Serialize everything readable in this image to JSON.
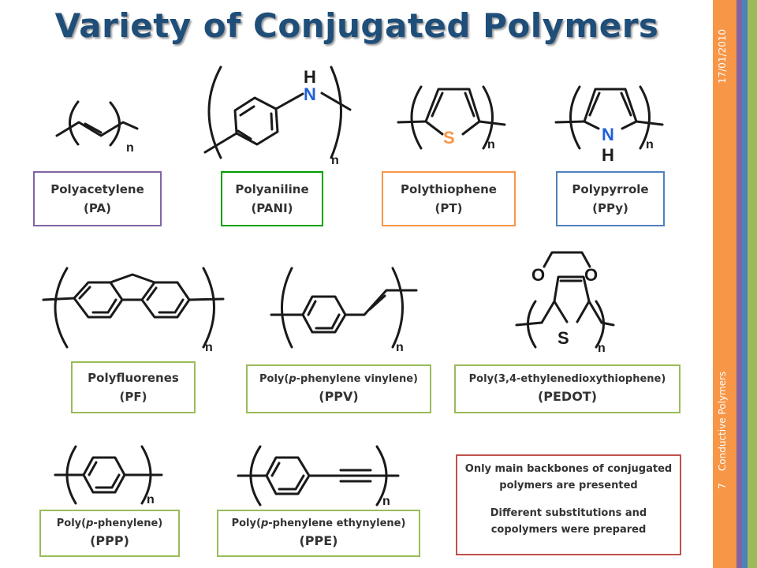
{
  "slide": {
    "title": "Variety of Conjugated Polymers",
    "date": "17/01/2010",
    "footer": "Conductive Polymers",
    "page_number": "7"
  },
  "colors": {
    "title": "#1f4e79",
    "orange": "#f79646",
    "purple": "#8064a2",
    "green": "#9bbb59",
    "dark_green": "#00a000",
    "blue": "#4f81bd",
    "red": "#c0504d",
    "heteroatom_blue": "#1f5fd8",
    "sulfur_orange": "#f79646"
  },
  "polymers": [
    {
      "name": "Polyacetylene",
      "abbr": "(PA)"
    },
    {
      "name": "Polyaniline",
      "abbr": "(PANI)"
    },
    {
      "name": "Polythiophene",
      "abbr": "(PT)"
    },
    {
      "name": "Polypyrrole",
      "abbr": "(PPy)"
    },
    {
      "name": "Polyfluorenes",
      "abbr": "(PF)"
    },
    {
      "name_pre": "Poly(",
      "name_ital": "p",
      "name_post": "-phenylene vinylene)",
      "abbr": "(PPV)"
    },
    {
      "name": "Poly(3,4-ethylenedioxythiophene)",
      "abbr": "(PEDOT)"
    },
    {
      "name_pre": "Poly(",
      "name_ital": "p",
      "name_post": "-phenylene)",
      "abbr": "(PPP)"
    },
    {
      "name_pre": "Poly(",
      "name_ital": "p",
      "name_post": "-phenylene ethynylene)",
      "abbr": "(PPE)"
    }
  ],
  "structure_labels": {
    "n": "n",
    "H": "H",
    "N": "N",
    "S": "S",
    "O": "O"
  },
  "note": {
    "line1": "Only main backbones of conjugated",
    "line2": "polymers are presented",
    "line3": "Different substitutions and",
    "line4": "copolymers were prepared"
  }
}
